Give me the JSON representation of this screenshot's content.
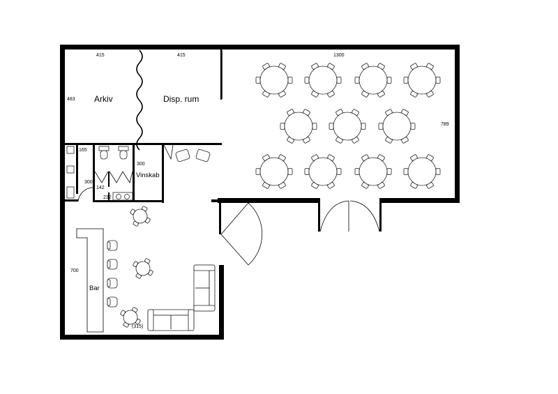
{
  "rooms": {
    "arkiv": "Arkiv",
    "disp_rum": "Disp. rum",
    "vinskab": "Vinskab",
    "bar": "Bar"
  },
  "dimensions": {
    "arkiv_width": "415",
    "disp_width": "415",
    "hall_width": "1300",
    "arkiv_height": "483",
    "hall_height": "789",
    "wc_width": "165",
    "vinskab_height": "300",
    "corridor_height": "300",
    "wc_depth": "142",
    "sink_width": "232",
    "bar_length": "700",
    "lounge_width": "(315)"
  },
  "furniture": {
    "hall_round_tables": 11,
    "chairs_per_table": 6,
    "bar_stools": 4,
    "lounge_small_tables": 3,
    "toilets": 2,
    "armchairs": 2
  }
}
